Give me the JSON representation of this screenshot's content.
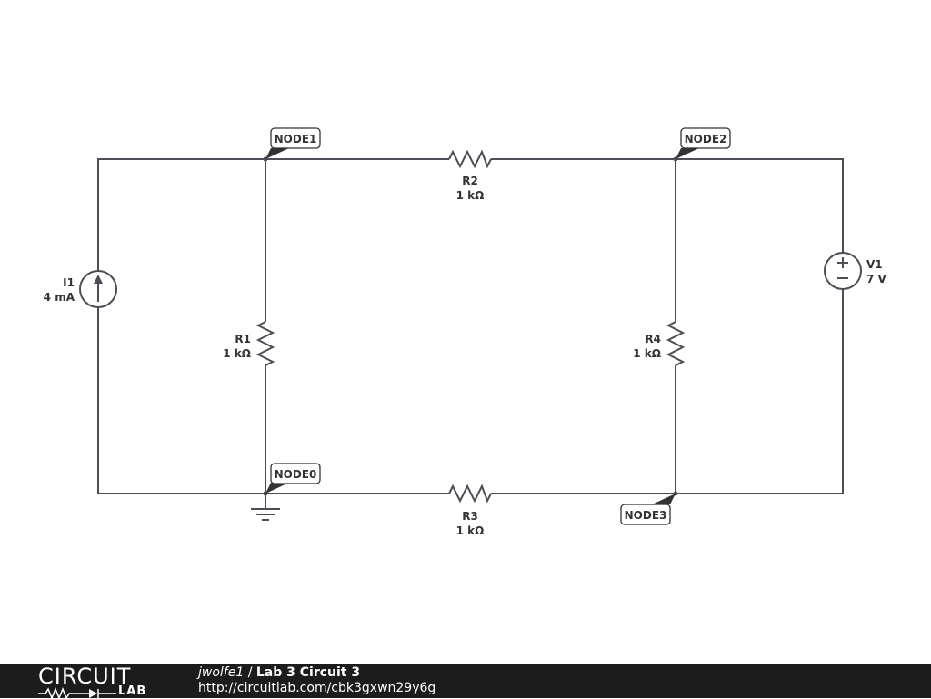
{
  "components": {
    "i1": {
      "name": "I1",
      "value": "4 mA"
    },
    "r1": {
      "name": "R1",
      "value": "1 kΩ"
    },
    "r2": {
      "name": "R2",
      "value": "1 kΩ"
    },
    "r3": {
      "name": "R3",
      "value": "1 kΩ"
    },
    "r4": {
      "name": "R4",
      "value": "1 kΩ"
    },
    "v1": {
      "name": "V1",
      "value": "7 V"
    }
  },
  "nodes": {
    "node0": "NODE0",
    "node1": "NODE1",
    "node2": "NODE2",
    "node3": "NODE3"
  },
  "footer": {
    "logo_top": "CIRCUIT",
    "logo_bottom": "LAB",
    "author": "jwolfe1",
    "separator": " / ",
    "title": "Lab 3 Circuit 3",
    "url": "http://circuitlab.com/cbk3gxwn29y6g"
  },
  "colors": {
    "wire": "#4a4f55",
    "footer_bg": "#1c1c1c"
  }
}
